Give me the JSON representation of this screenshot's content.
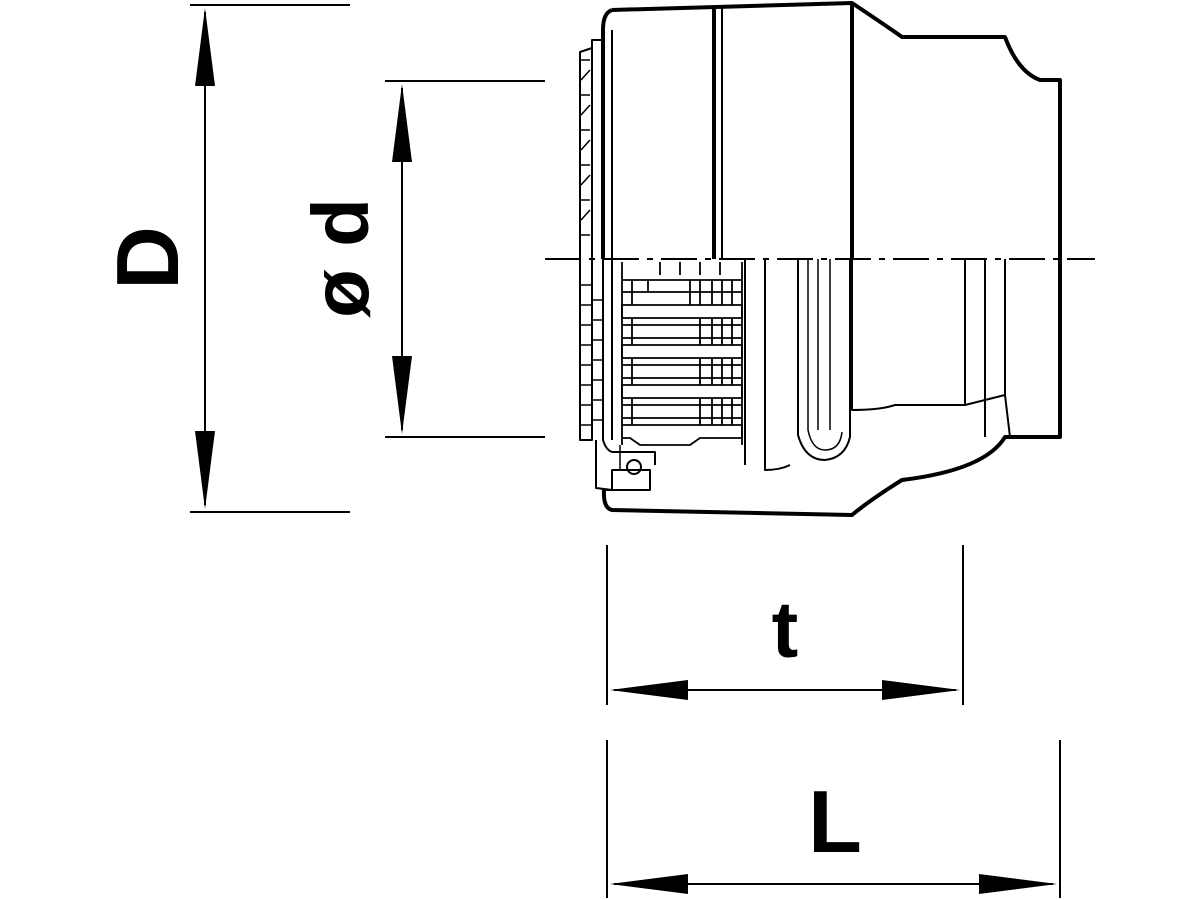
{
  "dimensions": {
    "outer_diameter": {
      "label": "D"
    },
    "inner_diameter": {
      "label": "ø d"
    },
    "insertion_depth": {
      "label": "t"
    },
    "length": {
      "label": "L"
    }
  },
  "colors": {
    "line": "#000000",
    "background": "#ffffff"
  }
}
